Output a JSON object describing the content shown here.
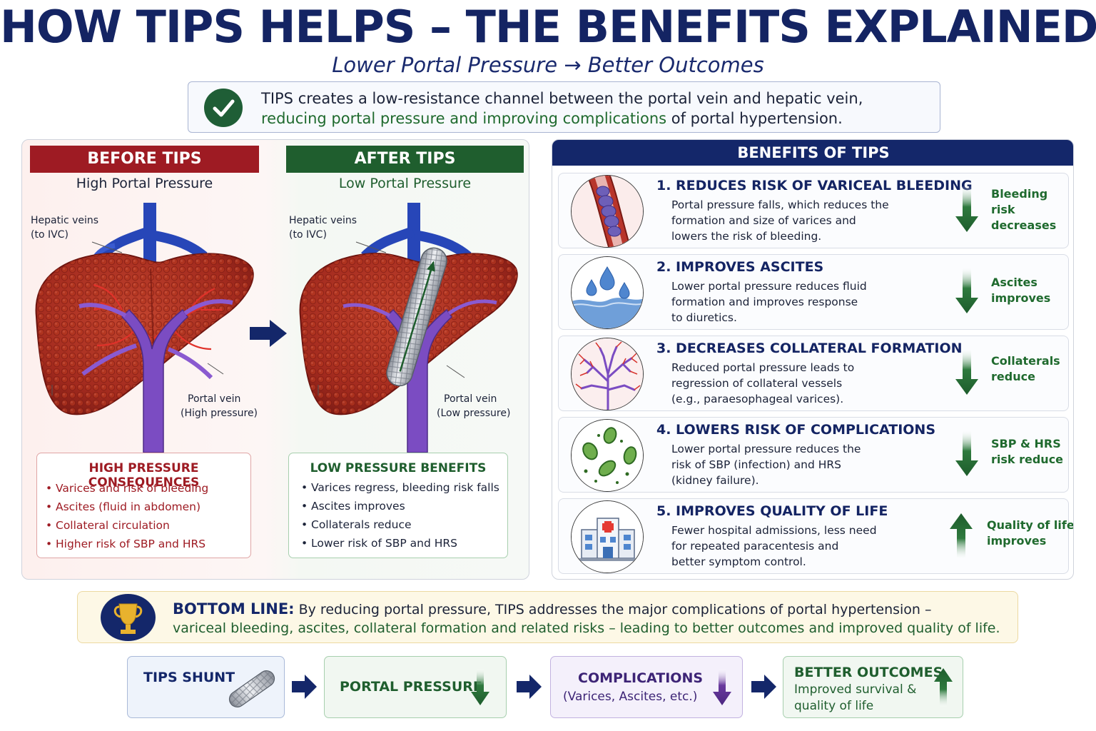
{
  "header": {
    "title": "HOW TIPS HELPS – THE BENEFITS EXPLAINED",
    "subtitle": "Lower Portal Pressure → Better Outcomes"
  },
  "intro": {
    "line1": "TIPS creates a low-resistance channel between the portal vein and hepatic vein,",
    "line2_green": "reducing portal pressure and improving complications",
    "line2_rest": " of portal hypertension.",
    "icon": "check-icon"
  },
  "before": {
    "header": "BEFORE TIPS",
    "subheader": "High Portal Pressure",
    "label_hepatic": [
      "Hepatic veins",
      "(to IVC)"
    ],
    "label_portal": [
      "Portal vein",
      "(High pressure)"
    ],
    "box_title": "HIGH PRESSURE CONSEQUENCES",
    "box_items": [
      "Varices and risk of bleeding",
      "Ascites (fluid in abdomen)",
      "Collateral circulation",
      "Higher risk of SBP and HRS"
    ],
    "color": "#9e1b23"
  },
  "after": {
    "header": "AFTER TIPS",
    "subheader": "Low Portal Pressure",
    "label_hepatic": [
      "Hepatic veins",
      "(to IVC)"
    ],
    "label_portal": [
      "Portal vein",
      "(Low pressure)"
    ],
    "box_title": "LOW PRESSURE BENEFITS",
    "box_items": [
      "Varices regress, bleeding risk falls",
      "Ascites improves",
      "Collaterals reduce",
      "Lower risk of SBP and HRS"
    ],
    "color": "#1f5e2e"
  },
  "benefits": {
    "header": "BENEFITS OF TIPS",
    "items": [
      {
        "title": "1.  REDUCES RISK OF VARICEAL BLEEDING",
        "desc": [
          "Portal pressure falls, which reduces the",
          "formation and size of varices and",
          "lowers the risk of bleeding."
        ],
        "outcome": [
          "Bleeding",
          "risk",
          "decreases"
        ],
        "direction": "down",
        "icon": "varices-icon"
      },
      {
        "title": "2.  IMPROVES ASCITES",
        "desc": [
          "Lower portal pressure reduces fluid",
          "formation and improves response",
          "to diuretics."
        ],
        "outcome": [
          "Ascites",
          "improves"
        ],
        "direction": "down",
        "icon": "fluid-drops-icon"
      },
      {
        "title": "3.  DECREASES COLLATERAL FORMATION",
        "desc": [
          "Reduced portal pressure leads to",
          "regression of collateral vessels",
          "(e.g., paraesophageal varices)."
        ],
        "outcome": [
          "Collaterals",
          "reduce"
        ],
        "direction": "down",
        "icon": "vessels-icon"
      },
      {
        "title": "4.  LOWERS RISK OF COMPLICATIONS",
        "desc": [
          "Lower portal pressure reduces the",
          "risk of SBP (infection) and HRS",
          "(kidney failure)."
        ],
        "outcome": [
          "SBP & HRS",
          "risk reduce"
        ],
        "direction": "down",
        "icon": "bacteria-icon"
      },
      {
        "title": "5.  IMPROVES QUALITY OF LIFE",
        "desc": [
          "Fewer hospital admissions, less need",
          "for repeated paracentesis and",
          "better symptom control."
        ],
        "outcome": [
          "Quality of life",
          "improves"
        ],
        "direction": "up",
        "icon": "hospital-icon"
      }
    ]
  },
  "bottom_line": {
    "label": "BOTTOM LINE:",
    "line1": " By reducing portal pressure, TIPS addresses the major complications of portal hypertension –",
    "line2": "variceal bleeding, ascites, collateral formation and related risks – leading to better outcomes and improved quality of life.",
    "icon": "trophy-icon"
  },
  "flow": {
    "step1": "TIPS SHUNT",
    "step2": "PORTAL PRESSURE",
    "step3_title": "COMPLICATIONS",
    "step3_sub": "(Varices, Ascites, etc.)",
    "step4_title": "BETTER OUTCOMES",
    "step4_sub": [
      "Improved survival &",
      "quality of life"
    ]
  }
}
